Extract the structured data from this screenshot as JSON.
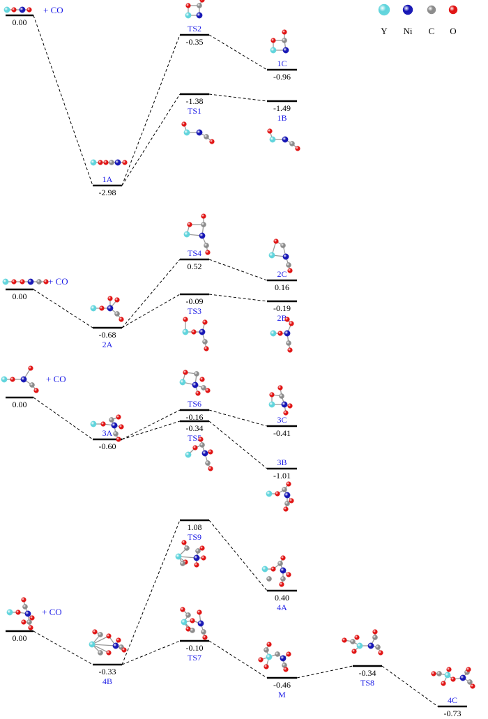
{
  "colors": {
    "Y": "#5fd4dc",
    "Ni": "#1414b4",
    "C": "#8a8a8a",
    "O": "#e01010",
    "label_blue": "#1a1ae6",
    "level": "#000000"
  },
  "legend": [
    {
      "symbol": "Y",
      "atom": "Y"
    },
    {
      "symbol": "Ni",
      "atom": "Ni"
    },
    {
      "symbol": "C",
      "atom": "C"
    },
    {
      "symbol": "O",
      "atom": "O"
    }
  ],
  "co_label": "+ CO",
  "panels": [
    {
      "id": "panel-1",
      "levels": [
        {
          "id": "p1-r",
          "energy": "0.00",
          "name": ""
        },
        {
          "id": "p1-1A",
          "energy": "-2.98",
          "name": "1A"
        },
        {
          "id": "p1-TS2",
          "energy": "-0.35",
          "name": "TS2"
        },
        {
          "id": "p1-TS1",
          "energy": "-1.38",
          "name": "TS1"
        },
        {
          "id": "p1-1C",
          "energy": "-0.96",
          "name": "1C"
        },
        {
          "id": "p1-1B",
          "energy": "-1.49",
          "name": "1B"
        }
      ]
    },
    {
      "id": "panel-2",
      "levels": [
        {
          "id": "p2-r",
          "energy": "0.00",
          "name": ""
        },
        {
          "id": "p2-2A",
          "energy": "-0.68",
          "name": "2A"
        },
        {
          "id": "p2-TS4",
          "energy": "0.52",
          "name": "TS4"
        },
        {
          "id": "p2-TS3",
          "energy": "-0.09",
          "name": "TS3"
        },
        {
          "id": "p2-2C",
          "energy": "0.16",
          "name": "2C"
        },
        {
          "id": "p2-2B",
          "energy": "-0.19",
          "name": "2B"
        }
      ]
    },
    {
      "id": "panel-3",
      "levels": [
        {
          "id": "p3-r",
          "energy": "0.00",
          "name": ""
        },
        {
          "id": "p3-3A",
          "energy": "-0.60",
          "name": "3A"
        },
        {
          "id": "p3-TS6",
          "energy": "-0.16",
          "name": "TS6"
        },
        {
          "id": "p3-TS5",
          "energy": "-0.34",
          "name": "TS5"
        },
        {
          "id": "p3-3C",
          "energy": "-0.41",
          "name": "3C"
        },
        {
          "id": "p3-3B",
          "energy": "-1.01",
          "name": "3B"
        }
      ]
    },
    {
      "id": "panel-4",
      "levels": [
        {
          "id": "p4-r",
          "energy": "0.00",
          "name": ""
        },
        {
          "id": "p4-4B",
          "energy": "-0.33",
          "name": "4B"
        },
        {
          "id": "p4-TS9",
          "energy": "1.08",
          "name": "TS9"
        },
        {
          "id": "p4-4A",
          "energy": "0.40",
          "name": "4A"
        },
        {
          "id": "p4-TS7",
          "energy": "-0.10",
          "name": "TS7"
        },
        {
          "id": "p4-M",
          "energy": "-0.46",
          "name": "M"
        },
        {
          "id": "p4-TS8",
          "energy": "-0.34",
          "name": "TS8"
        },
        {
          "id": "p4-4C",
          "energy": "-0.73",
          "name": "4C"
        }
      ]
    }
  ]
}
